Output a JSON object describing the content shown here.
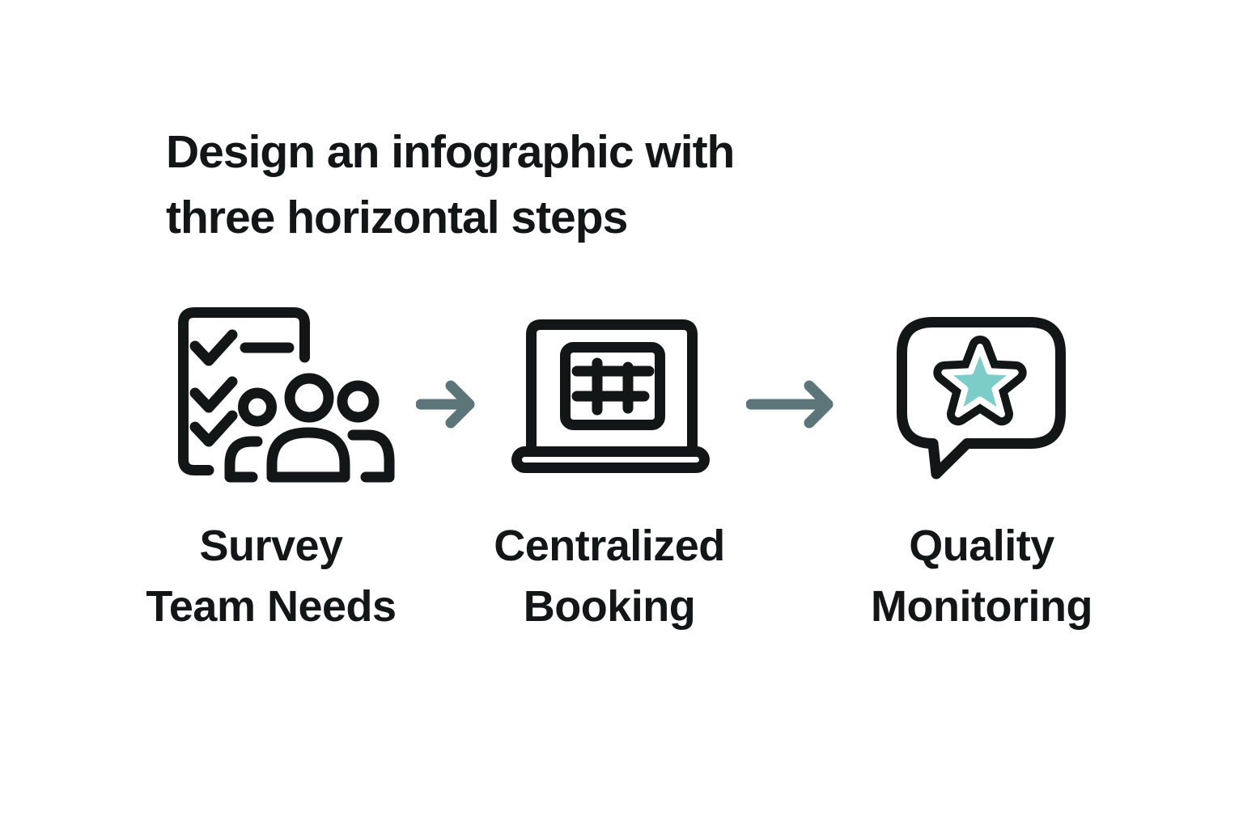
{
  "title": {
    "line1": "Design an infographic with",
    "line2": "three horizontal steps"
  },
  "steps": [
    {
      "label_line1": "Survey",
      "label_line2": "Team Needs",
      "icon": "checklist-with-team"
    },
    {
      "label_line1": "Centralized",
      "label_line2": "Booking",
      "icon": "laptop-booking-grid"
    },
    {
      "label_line1": "Quality",
      "label_line2": "Monitoring",
      "icon": "speech-bubble-star"
    }
  ],
  "colors": {
    "background": "#FFFFFF",
    "ink": "#131617",
    "arrow": "#5C7578",
    "star_fill": "#7CCDC9",
    "star_gap": "#FFFFFF"
  }
}
